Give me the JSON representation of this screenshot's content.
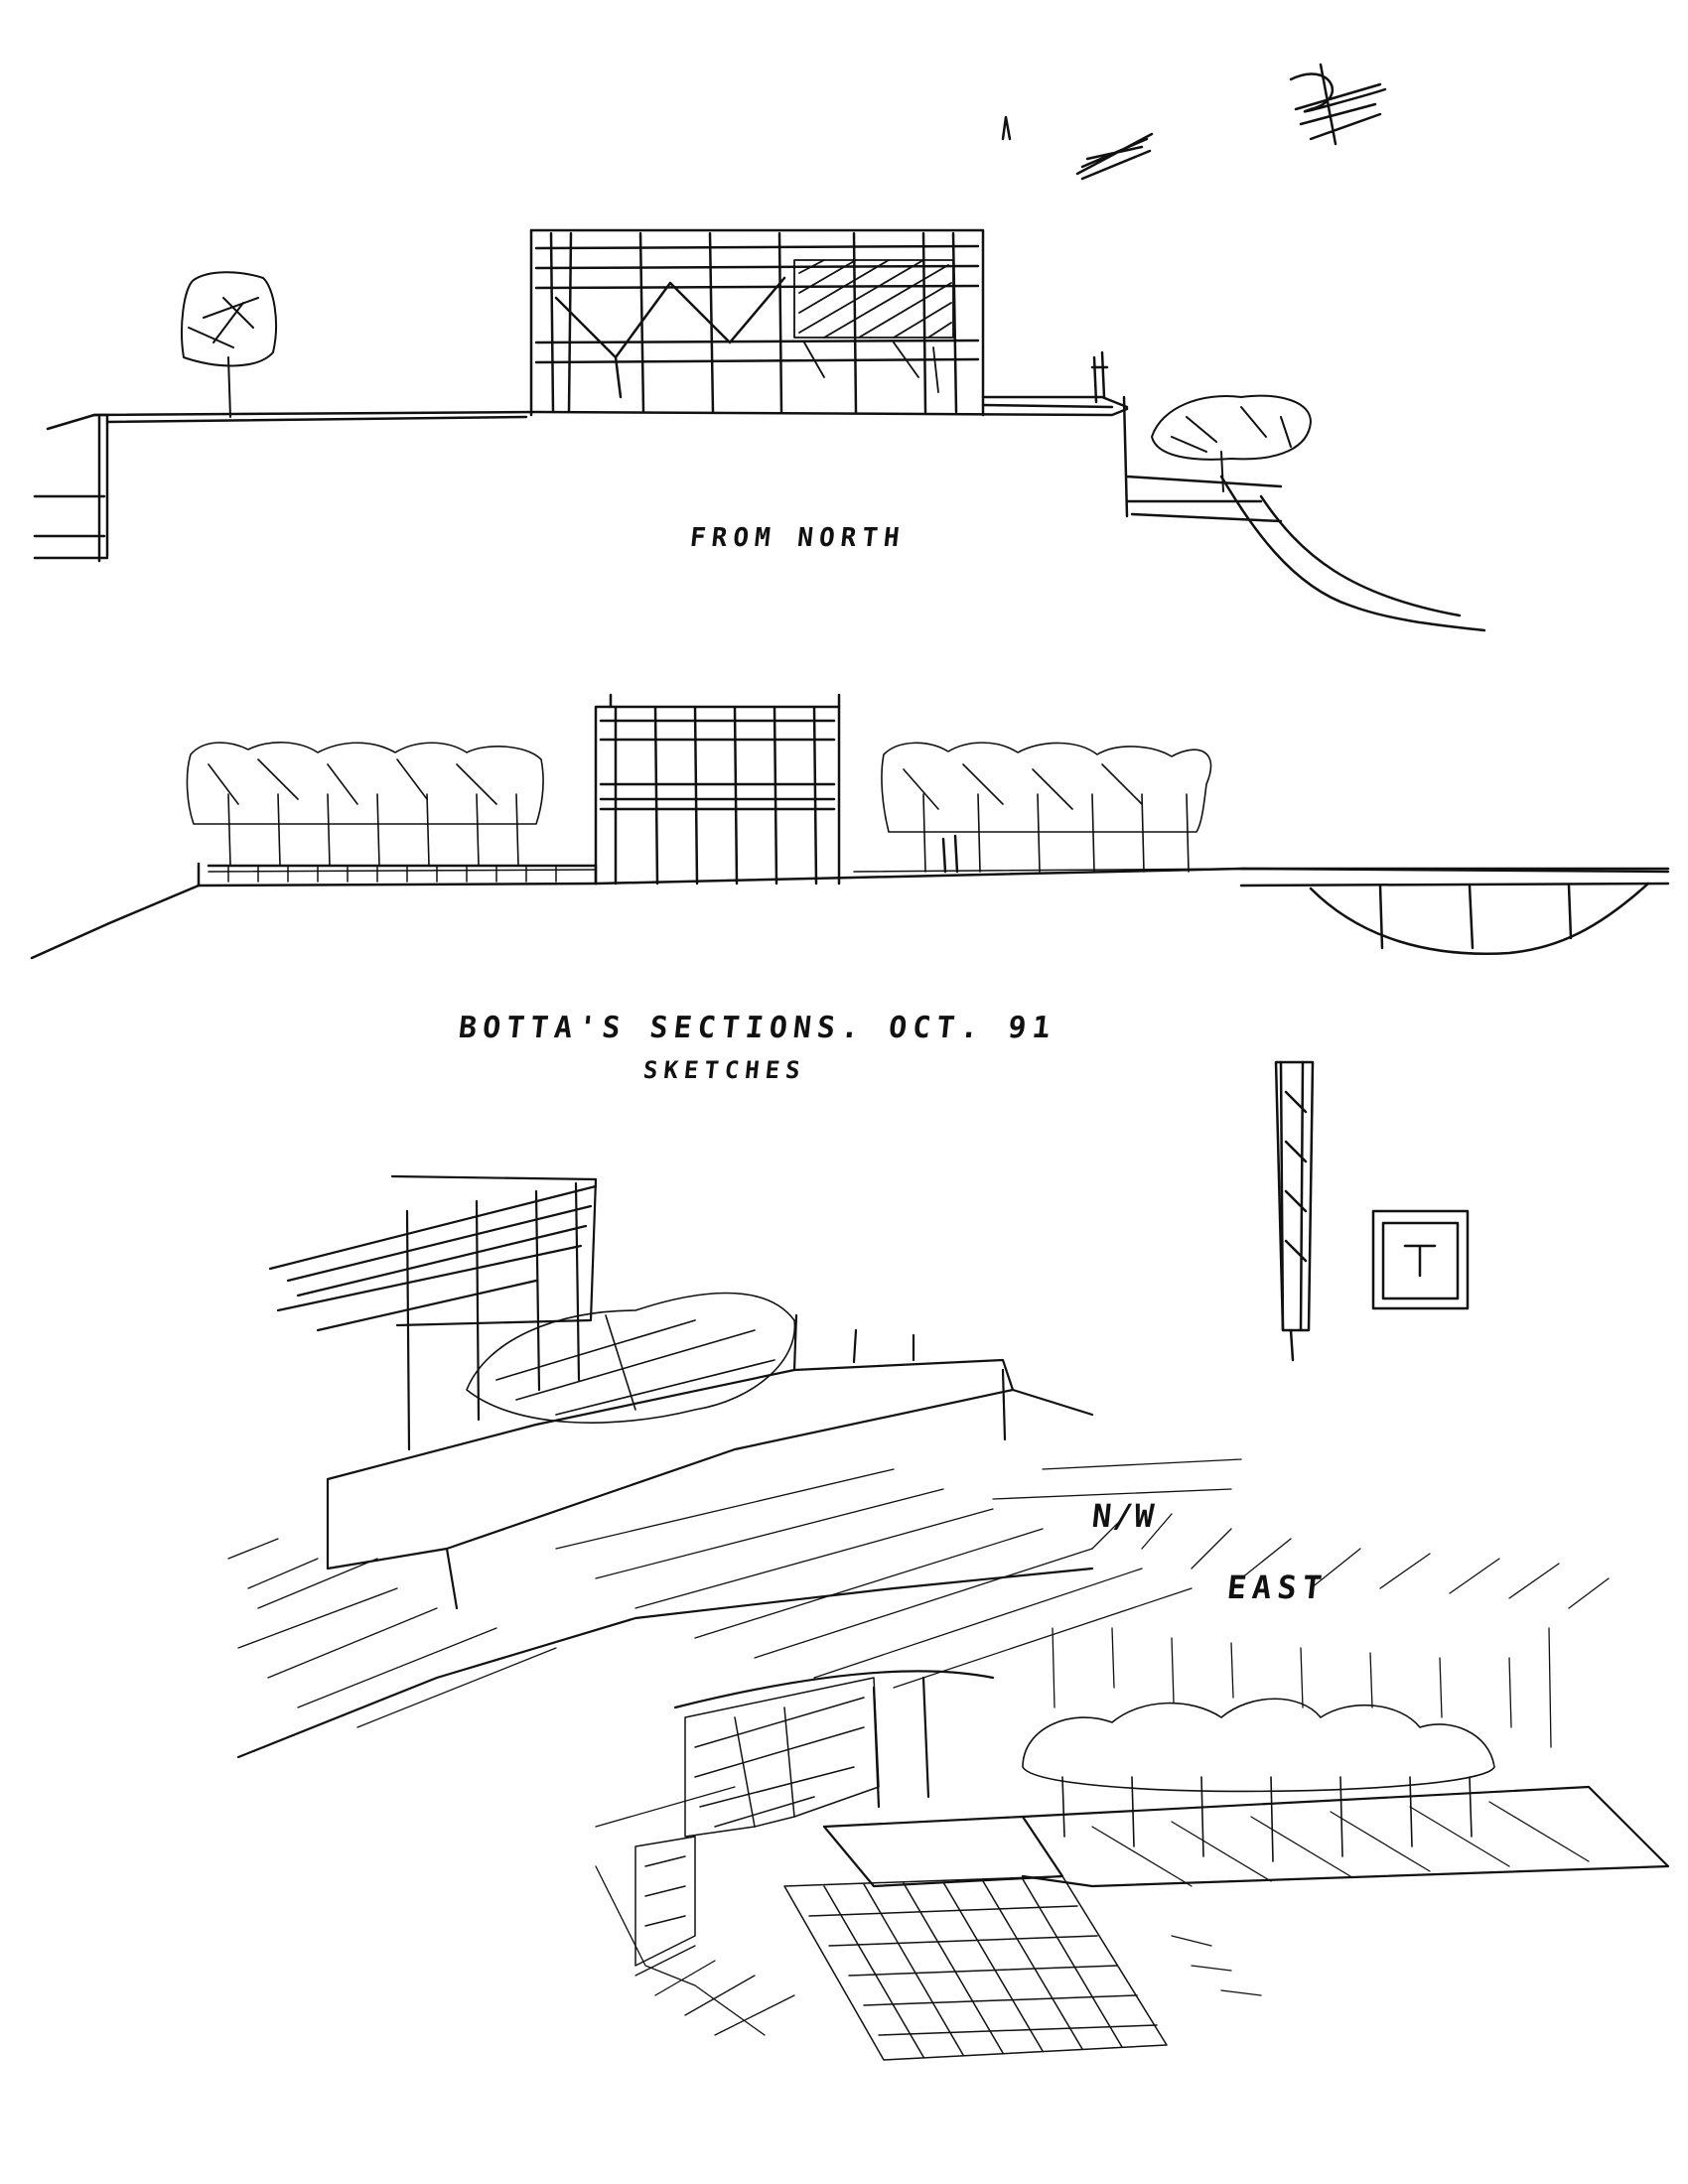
{
  "labels": {
    "from_north": "FROM NORTH",
    "title": "BOTTA'S SECTIONS. OCT. 91",
    "subtitle": "SKETCHES",
    "nw": "N/W",
    "east": "EAST"
  },
  "colors": {
    "ink": "#111111",
    "paper": "#ffffff"
  }
}
